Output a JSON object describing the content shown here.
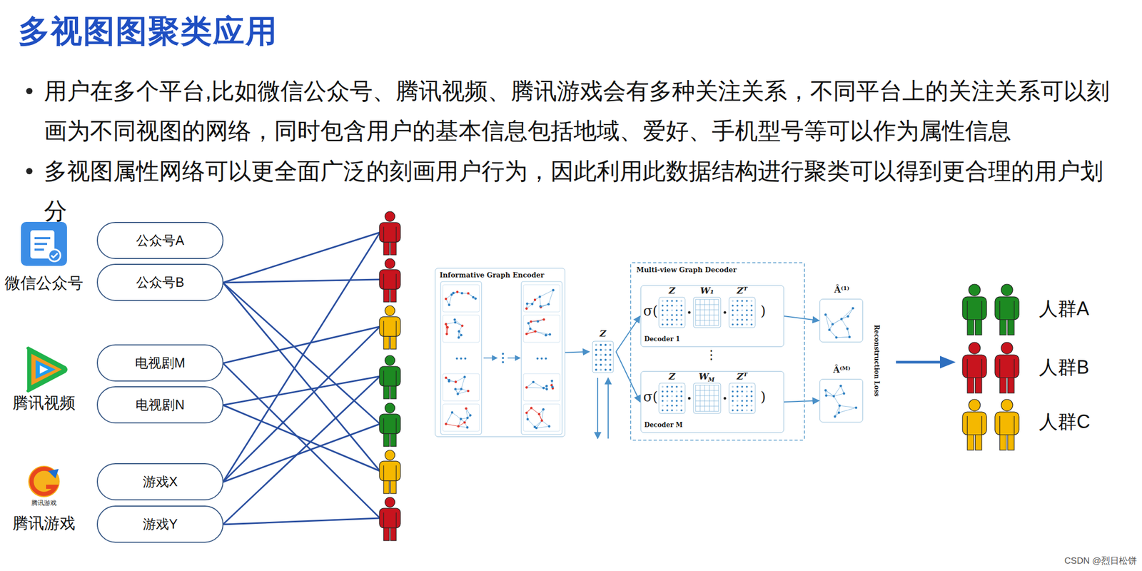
{
  "diagram": {
    "title": "多视图图聚类应用",
    "nodes": [
      {
        "text": [
          "公众号A"
        ]
      },
      {
        "text": [
          "公众号B"
        ]
      },
      {
        "text": [
          "电视剧M"
        ]
      },
      {
        "text": [
          "电视剧N"
        ]
      },
      {
        "text": [
          "游戏X"
        ]
      },
      {
        "text": [
          "游戏Y"
        ]
      },
      {
        "text": [
          "Informative Graph Encoder"
        ]
      },
      {
        "text": [
          "Z"
        ]
      },
      {
        "text": [
          "Multi-view Graph Decoder"
        ]
      },
      {
        "text": [
          "σ(",
          "Z",
          "W₁",
          "Zᵀ",
          ")",
          "Decoder 1"
        ],
        "in": 8
      },
      {
        "text": [
          "σ(",
          "Z",
          "W",
          "M",
          "Zᵀ",
          ")",
          "Decoder M"
        ],
        "in": 8
      },
      {
        "text": [
          "Â⁽¹⁾"
        ]
      },
      {
        "text": [
          "Â⁽ᴹ⁾"
        ]
      }
    ],
    "edges": [
      {
        "from": 6,
        "to": 7,
        "arrow": "to"
      },
      {
        "from": 7,
        "to": 9,
        "arrow": "to"
      },
      {
        "from": 7,
        "to": 10,
        "arrow": "to"
      },
      {
        "from": 9,
        "to": 11,
        "arrow": "to"
      },
      {
        "from": 10,
        "to": 12,
        "arrow": "to"
      }
    ],
    "labels": [
      "用户在多个平台,比如微信公众号、腾讯视频、腾讯游戏会有多种关注关系，不同平台上的关注关系可以刻画为不同视图的网络，同时包含用户的基本信息包括地域、爱好、手机型号等可以作为属性信息",
      "多视图属性网络可以更全面广泛的刻画用户行为，因此利用此数据结构进行聚类可以得到更合理的用户划分",
      "微信公众号",
      "腾讯视频",
      "腾讯游戏",
      "腾讯游戏",
      "⋮",
      "Reconstruction Loss",
      "人群A",
      "人群B",
      "人群C",
      "CSDN @烈日松饼"
    ]
  }
}
